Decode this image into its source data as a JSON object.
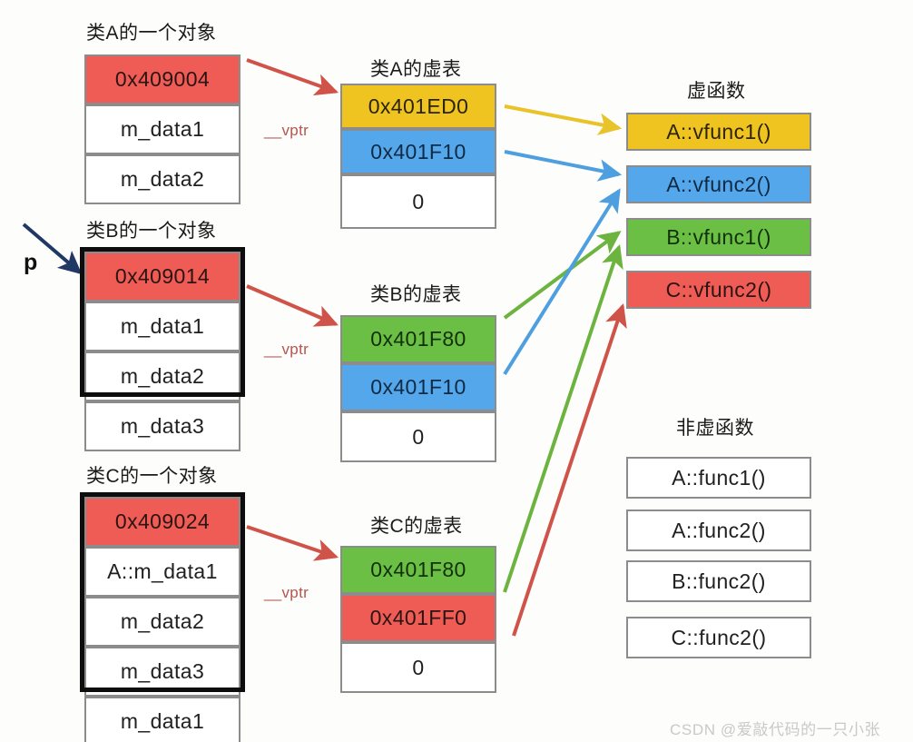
{
  "watermark": "CSDN @爱敲代码的一只小张",
  "pointer_label": "p",
  "vptr_label": "__vptr",
  "colors": {
    "red": "#ef5b55",
    "yellow": "#f0c420",
    "blue": "#54a7ea",
    "green": "#6cbf45",
    "cell_border": "#8c8c8c",
    "frame": "#0d0d0d",
    "arrow_red": "#cf5348",
    "arrow_navy": "#1f3864",
    "watermark": "#c9c9c9"
  },
  "objects": [
    {
      "caption": "类A的一个对象",
      "cells": [
        {
          "text": "0x409004",
          "color": "red"
        },
        {
          "text": "m_data1",
          "color": "white"
        },
        {
          "text": "m_data2",
          "color": "white"
        }
      ]
    },
    {
      "caption": "类B的一个对象",
      "cells": [
        {
          "text": "0x409014",
          "color": "red"
        },
        {
          "text": "m_data1",
          "color": "white"
        },
        {
          "text": "m_data2",
          "color": "white"
        },
        {
          "text": "m_data3",
          "color": "white"
        }
      ]
    },
    {
      "caption": "类C的一个对象",
      "cells": [
        {
          "text": "0x409024",
          "color": "red"
        },
        {
          "text": "A::m_data1",
          "color": "white"
        },
        {
          "text": "m_data2",
          "color": "white"
        },
        {
          "text": "m_data3",
          "color": "white"
        },
        {
          "text": "m_data1",
          "color": "white"
        }
      ]
    }
  ],
  "vtables": [
    {
      "caption": "类A的虚表",
      "cells": [
        {
          "text": "0x401ED0",
          "color": "yellow"
        },
        {
          "text": "0x401F10",
          "color": "blue"
        },
        {
          "text": "0",
          "color": "white"
        }
      ]
    },
    {
      "caption": "类B的虚表",
      "cells": [
        {
          "text": "0x401F80",
          "color": "green"
        },
        {
          "text": "0x401F10",
          "color": "blue"
        },
        {
          "text": "0",
          "color": "white"
        }
      ]
    },
    {
      "caption": "类C的虚表",
      "cells": [
        {
          "text": "0x401F80",
          "color": "green"
        },
        {
          "text": "0x401FF0",
          "color": "red"
        },
        {
          "text": "0",
          "color": "white"
        }
      ]
    }
  ],
  "virtual_functions": {
    "caption": "虚函数",
    "cells": [
      {
        "text": "A::vfunc1()",
        "color": "yellow"
      },
      {
        "text": "A::vfunc2()",
        "color": "blue"
      },
      {
        "text": "B::vfunc1()",
        "color": "green"
      },
      {
        "text": "C::vfunc2()",
        "color": "red"
      }
    ]
  },
  "non_virtual_functions": {
    "caption": "非虚函数",
    "cells": [
      {
        "text": "A::func1()",
        "color": "white"
      },
      {
        "text": "A::func2()",
        "color": "white"
      },
      {
        "text": "B::func2()",
        "color": "white"
      },
      {
        "text": "C::func2()",
        "color": "white"
      }
    ]
  }
}
